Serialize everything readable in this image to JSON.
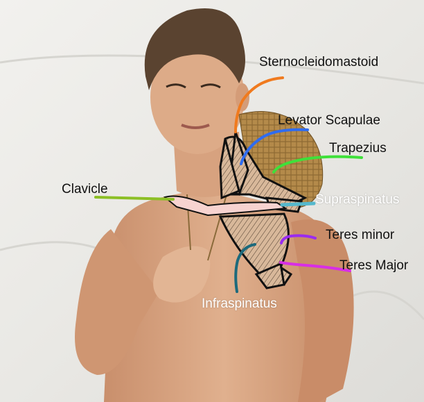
{
  "labels": {
    "sternocleidomastoid": "Sternocleidomastoid",
    "levator_scapulae": "Levator Scapulae",
    "trapezius": "Trapezius",
    "clavicle": "Clavicle",
    "supraspinatus": "Supraspinatus",
    "teres_minor": "Teres minor",
    "teres_major": "Teres Major",
    "infraspinatus": "Infraspinatus"
  },
  "colors": {
    "sternocleidomastoid": "#f07a1e",
    "levator_scapulae": "#2f6cf0",
    "trapezius": "#3fe03a",
    "clavicle": "#8cbf25",
    "supraspinatus": "#55b8cc",
    "teres_minor": "#9a2cf0",
    "teres_major": "#d82ee6",
    "infraspinatus": "#1d6a7c",
    "muscle_fill": "#d8b89a",
    "bone_fill": "#f7d3d0",
    "skin": "#d9a684",
    "hair": "#5a4330",
    "hat": "#b48a4a",
    "backdrop": "#ecebe8"
  }
}
